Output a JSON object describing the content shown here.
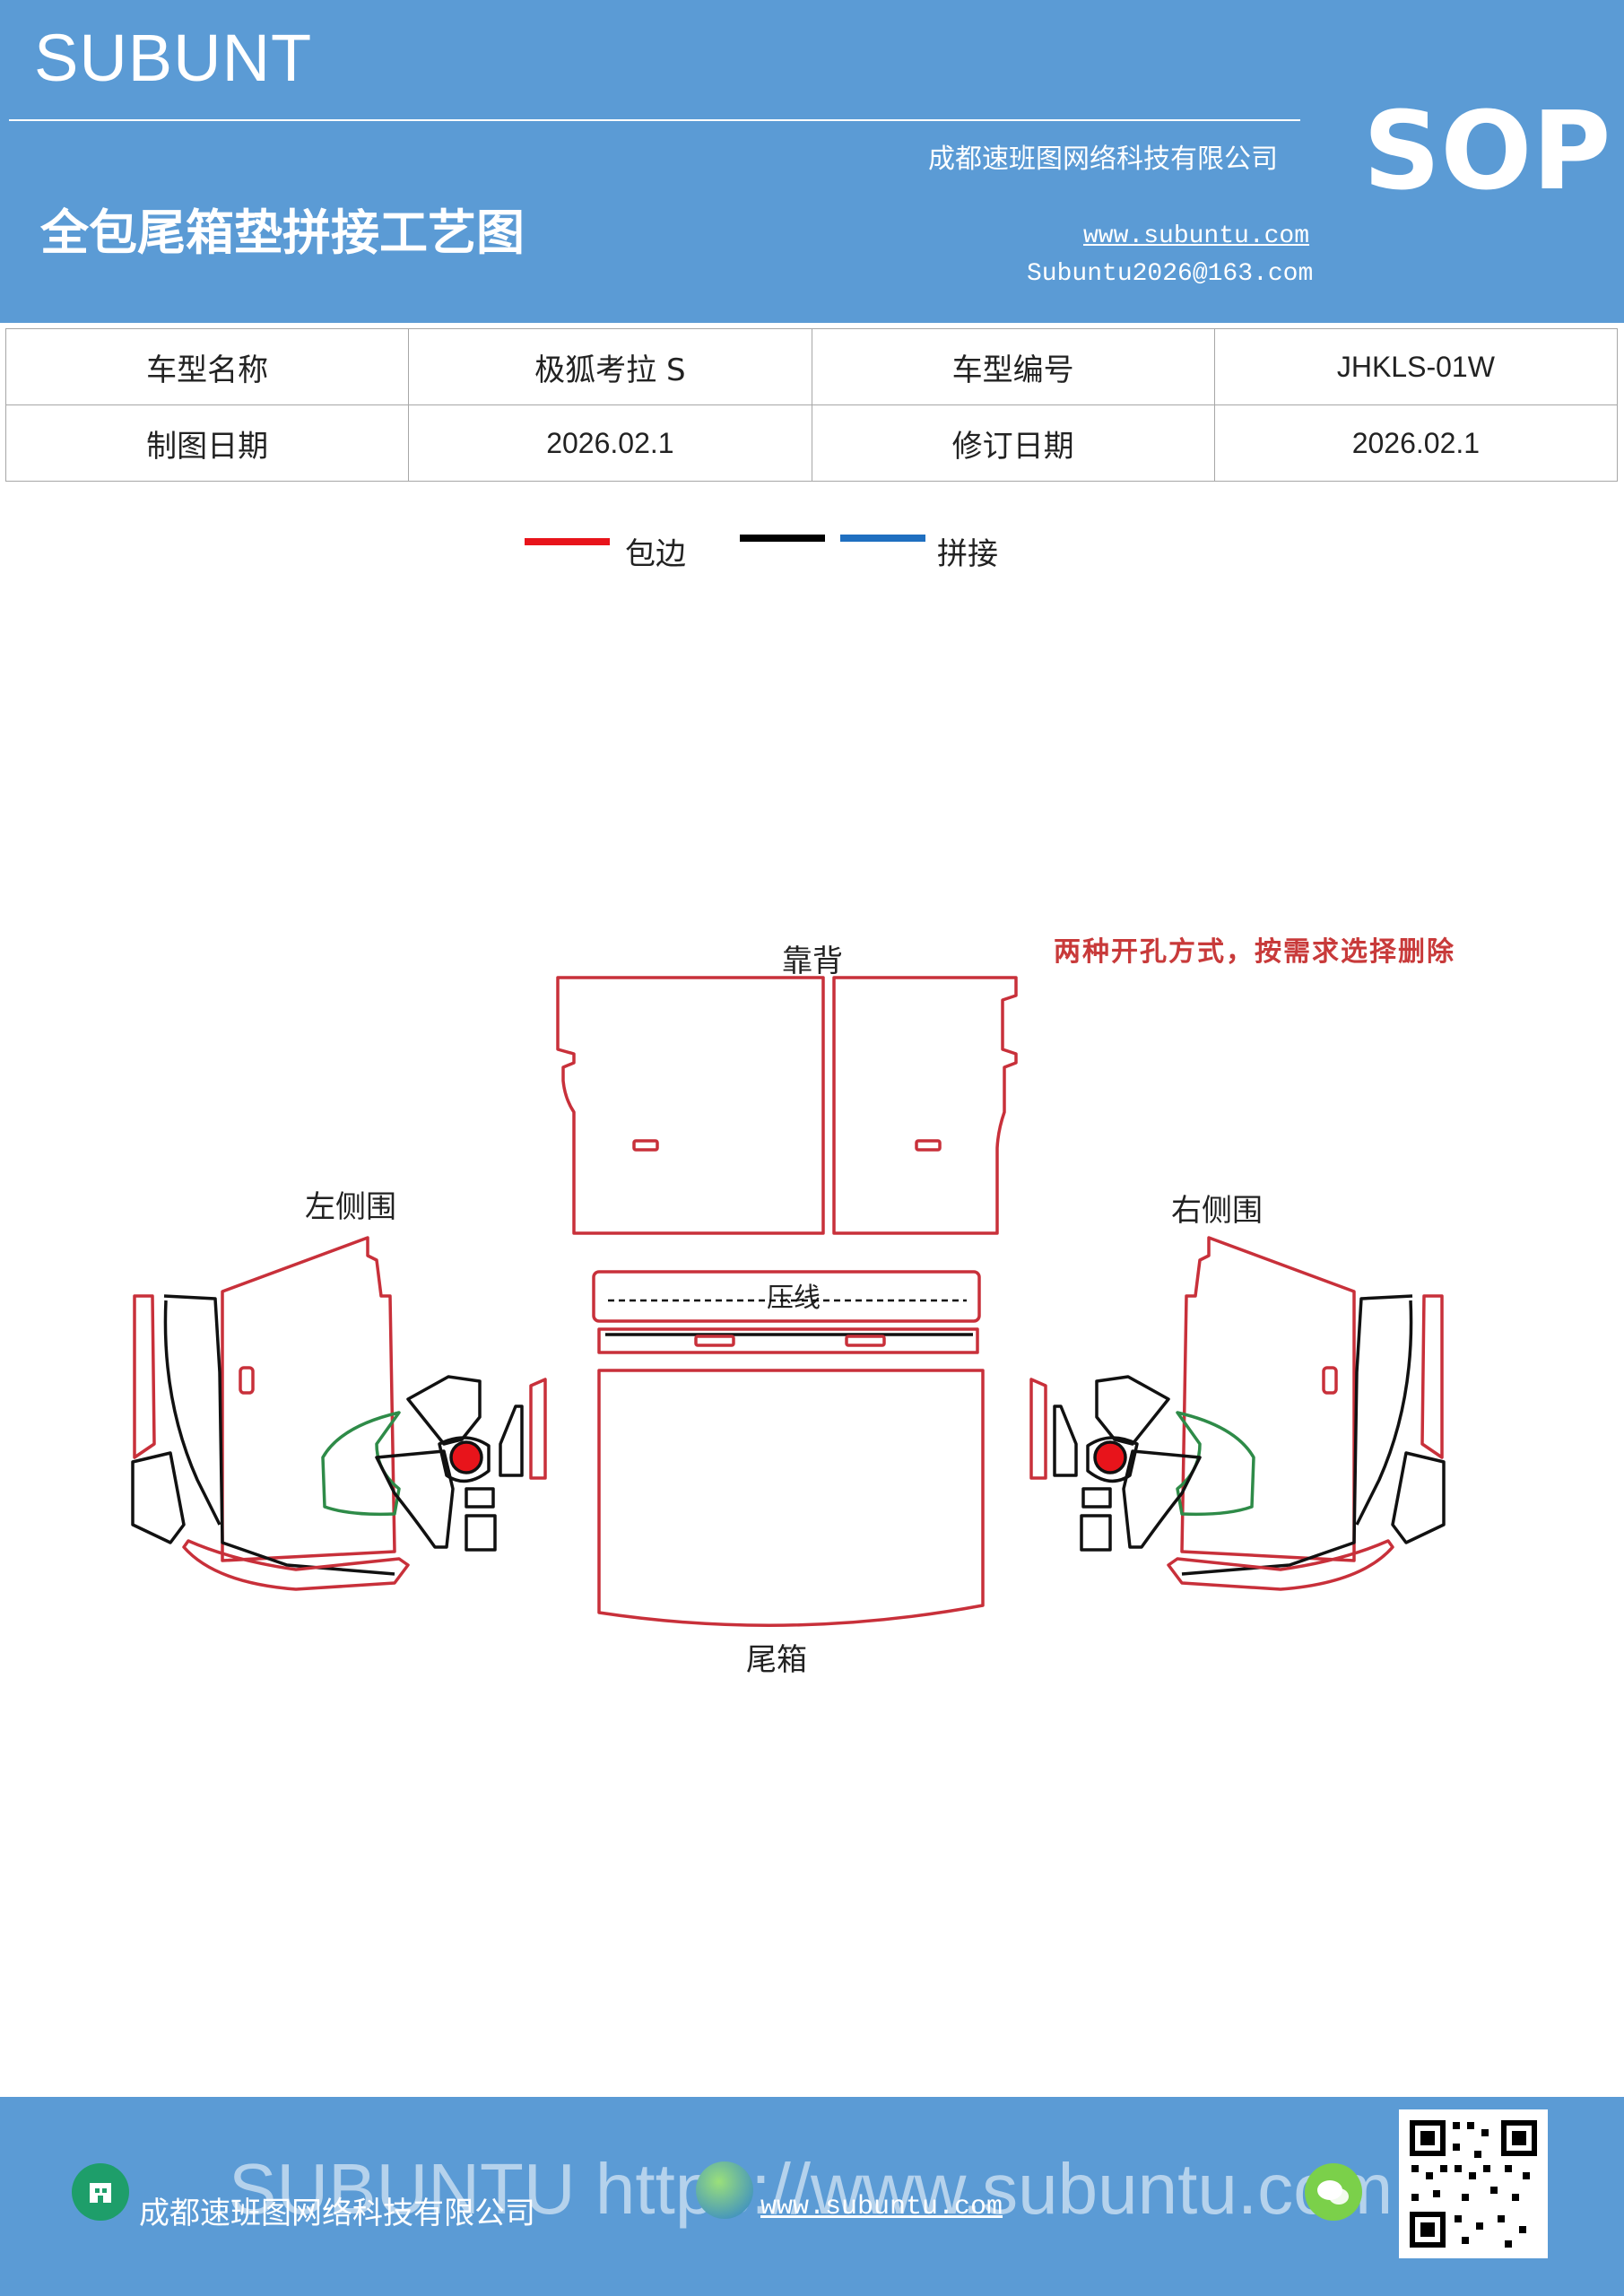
{
  "header": {
    "brand": "SUBUNT",
    "company": "成都速班图网络科技有限公司",
    "badge": "SOP",
    "title": "全包尾箱垫拼接工艺图",
    "website": "www.subuntu.com",
    "email": "Subuntu2026@163.com"
  },
  "info_table": {
    "model_name_label": "车型名称",
    "model_name": "极狐考拉 S",
    "model_code_label": "车型编号",
    "model_code": "JHKLS-01W",
    "draw_date_label": "制图日期",
    "draw_date": "2026.02.1",
    "revise_date_label": "修订日期",
    "revise_date": "2026.02.1"
  },
  "legend": {
    "items": [
      {
        "label": "包边",
        "color": "#e8141b"
      },
      {
        "label": "",
        "color": "#000000"
      },
      {
        "label": "拼接",
        "color": "#1f6fc0"
      }
    ]
  },
  "diagram": {
    "note": "两种开孔方式，按需求选择删除",
    "labels": {
      "backrest": "靠背",
      "left_side": "左侧围",
      "right_side": "右侧围",
      "crease": "压线",
      "trunk": "尾箱"
    },
    "colors": {
      "edge": "#c8303a",
      "join": "#111111",
      "green": "#2e8b48",
      "fill_red": "#e8141b"
    }
  },
  "footer": {
    "company": "成都速班图网络科技有限公司",
    "website": "www.subuntu.com",
    "watermark": "SUBUNTU https://www.subuntu.com"
  }
}
